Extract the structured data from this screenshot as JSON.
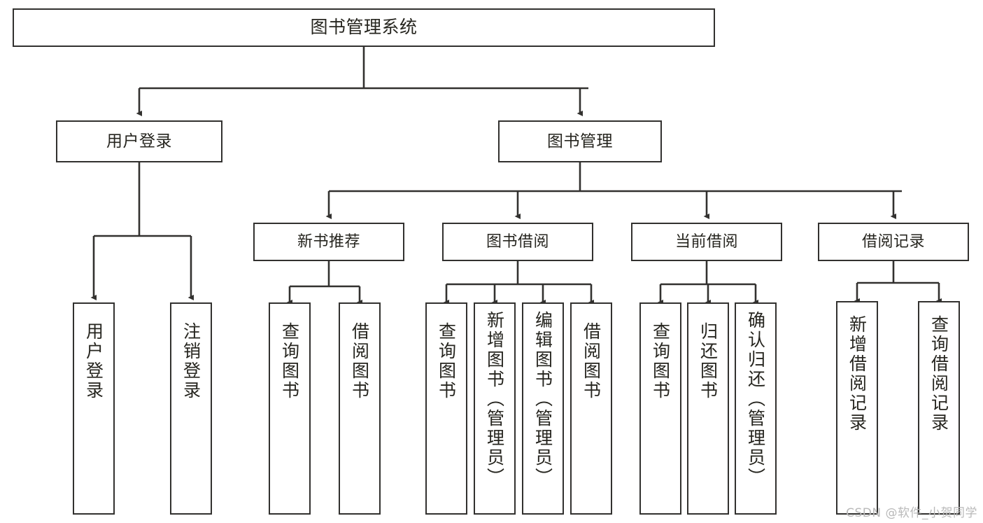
{
  "diagram": {
    "type": "tree-hierarchy",
    "title": "图书管理系统",
    "stroke_color": "#32312f",
    "text_color": "#26251f",
    "background_color": "#ffffff",
    "nodes": {
      "root": {
        "label": "图书管理系统"
      },
      "level2": [
        {
          "id": "user-login",
          "label": "用户登录"
        },
        {
          "id": "book-manage",
          "label": "图书管理"
        }
      ],
      "level3": [
        {
          "id": "new-book-recommend",
          "label": "新书推荐"
        },
        {
          "id": "book-borrow",
          "label": "图书借阅"
        },
        {
          "id": "current-borrow",
          "label": "当前借阅"
        },
        {
          "id": "borrow-record",
          "label": "借阅记录"
        }
      ],
      "leaves": {
        "user-login": [
          {
            "id": "leaf-user-login",
            "label": "用户登录"
          },
          {
            "id": "leaf-user-logout",
            "label": "注销登录"
          }
        ],
        "new-book-recommend": [
          {
            "id": "leaf-query-book-1",
            "label": "查询图书"
          },
          {
            "id": "leaf-borrow-book-1",
            "label": "借阅图书"
          }
        ],
        "book-borrow": [
          {
            "id": "leaf-query-book-2",
            "label": "查询图书"
          },
          {
            "id": "leaf-add-book",
            "label": "新增图书（管理员）"
          },
          {
            "id": "leaf-edit-book",
            "label": "编辑图书（管理员）"
          },
          {
            "id": "leaf-borrow-book-2",
            "label": "借阅图书"
          }
        ],
        "current-borrow": [
          {
            "id": "leaf-query-book-3",
            "label": "查询图书"
          },
          {
            "id": "leaf-return-book",
            "label": "归还图书"
          },
          {
            "id": "leaf-confirm-return",
            "label": "确认归还（管理员）"
          }
        ],
        "borrow-record": [
          {
            "id": "leaf-add-record",
            "label": "新增借阅记录"
          },
          {
            "id": "leaf-query-record",
            "label": "查询借阅记录"
          }
        ]
      }
    }
  },
  "watermark": {
    "text": "CSDN @软件_小贺同学"
  }
}
